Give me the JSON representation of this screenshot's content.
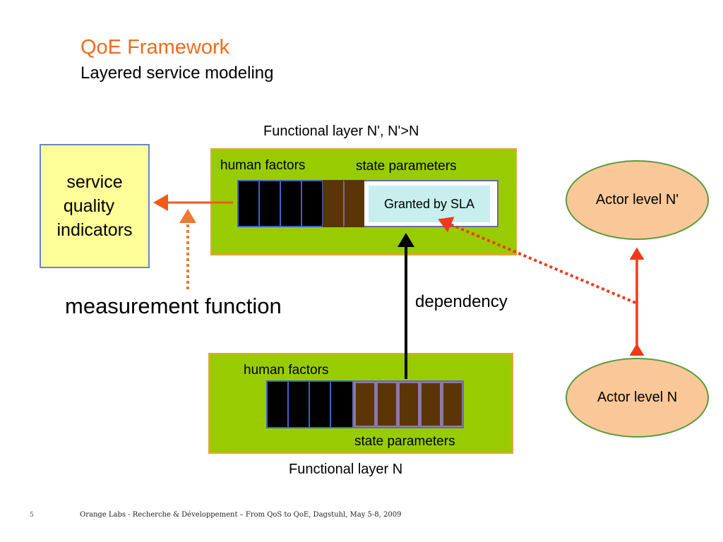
{
  "slide": {
    "title": "QoE Framework",
    "subtitle": "Layered service modeling"
  },
  "upper_layer": {
    "heading": "Functional layer N', N'>N",
    "human_factors_label": "human factors",
    "state_parameters_label": "state parameters",
    "sla_label": "Granted by SLA",
    "human_factor_cells": 4,
    "state_parameter_cells": 2
  },
  "lower_layer": {
    "heading": "Functional layer N",
    "human_factors_label": "human factors",
    "state_parameters_label": "state parameters",
    "human_factor_cells": 4,
    "state_parameter_cells": 5
  },
  "sqi": {
    "line1": "service",
    "line2": "quality",
    "line3": "indicators"
  },
  "actors": {
    "upper": "Actor level N'",
    "lower": "Actor level N"
  },
  "annotations": {
    "measurement": "measurement function",
    "dependency": "dependency"
  },
  "colors": {
    "title": "#ee6b1e",
    "layer_fill": "#99cc00",
    "sqi_fill": "#ffff99",
    "actor_fill": "#fac898",
    "arrow_orange": "#f05a1a",
    "arrow_red": "#ee3a1a"
  },
  "footer": {
    "page_number": "5",
    "text": "Orange Labs - Recherche & Développement – From QoS to QoE, Dagstuhl, May 5-8, 2009"
  }
}
